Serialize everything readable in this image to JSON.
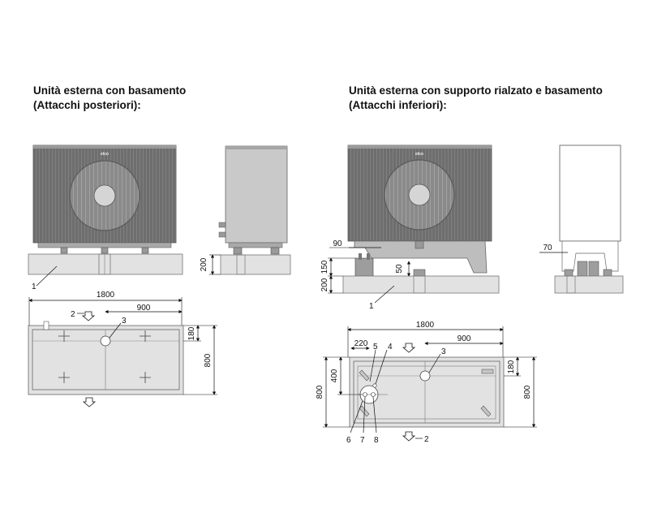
{
  "headings": {
    "left": {
      "line1": "Unità esterna con basamento",
      "line2": "(Attacchi posteriori):"
    },
    "right": {
      "line1": "Unità esterna con supporto rialzato e basamento",
      "line2": "(Attacchi inferiori):"
    }
  },
  "brand": "elco",
  "dimensions": {
    "base_height": "200",
    "total_width": "1800",
    "half_width": "900",
    "depth": "800",
    "offset_180": "180",
    "stand_90": "90",
    "stand_150": "150",
    "stand_50": "50",
    "stand_70": "70",
    "offset_220": "220",
    "offset_400": "400"
  },
  "callouts": {
    "c1": "1",
    "c2": "2",
    "c3": "3",
    "c4": "4",
    "c5": "5",
    "c6": "6",
    "c7": "7",
    "c8": "8"
  },
  "colors": {
    "unit_body": "#7a7a7a",
    "unit_light": "#c9c9c9",
    "base_fill": "#e2e2e2",
    "stand_fill": "#bdbdbd"
  }
}
